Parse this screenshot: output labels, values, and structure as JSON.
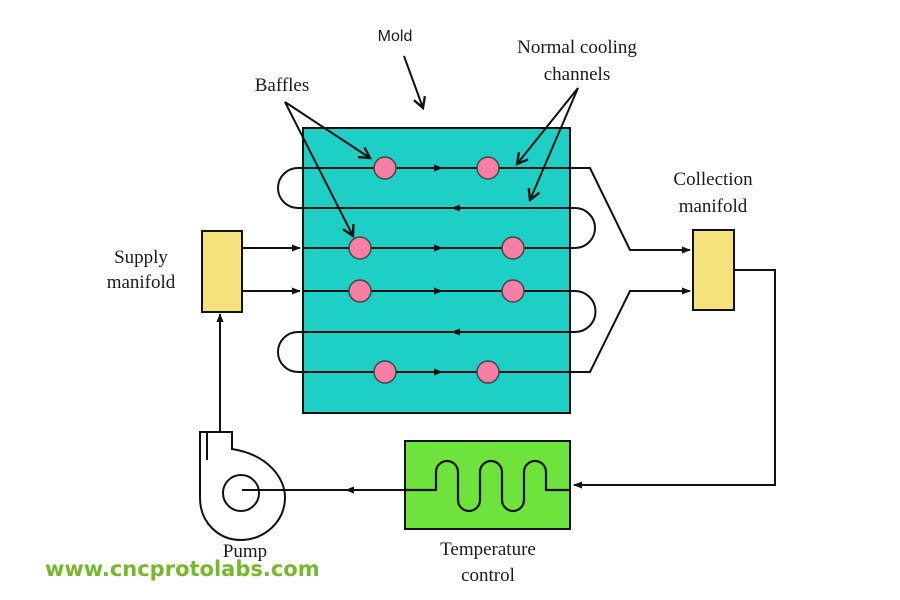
{
  "labels": {
    "mold": "Mold",
    "normal_cooling_line1": "Normal cooling",
    "normal_cooling_line2": "channels",
    "baffles": "Baffles",
    "collection_line1": "Collection",
    "collection_line2": "manifold",
    "supply_line1": "Supply",
    "supply_line2": "manifold",
    "temperature_line1": "Temperature",
    "temperature_line2": "control",
    "pump": "Pump"
  },
  "watermark": "www.cncprotolabs.com",
  "colors": {
    "mold_fill": "#1ecfc6",
    "manifold_fill": "#f5e27a",
    "temperature_control_fill": "#6ee33c",
    "baffle_fill": "#f77fa6",
    "watermark_text": "#76b82a"
  }
}
